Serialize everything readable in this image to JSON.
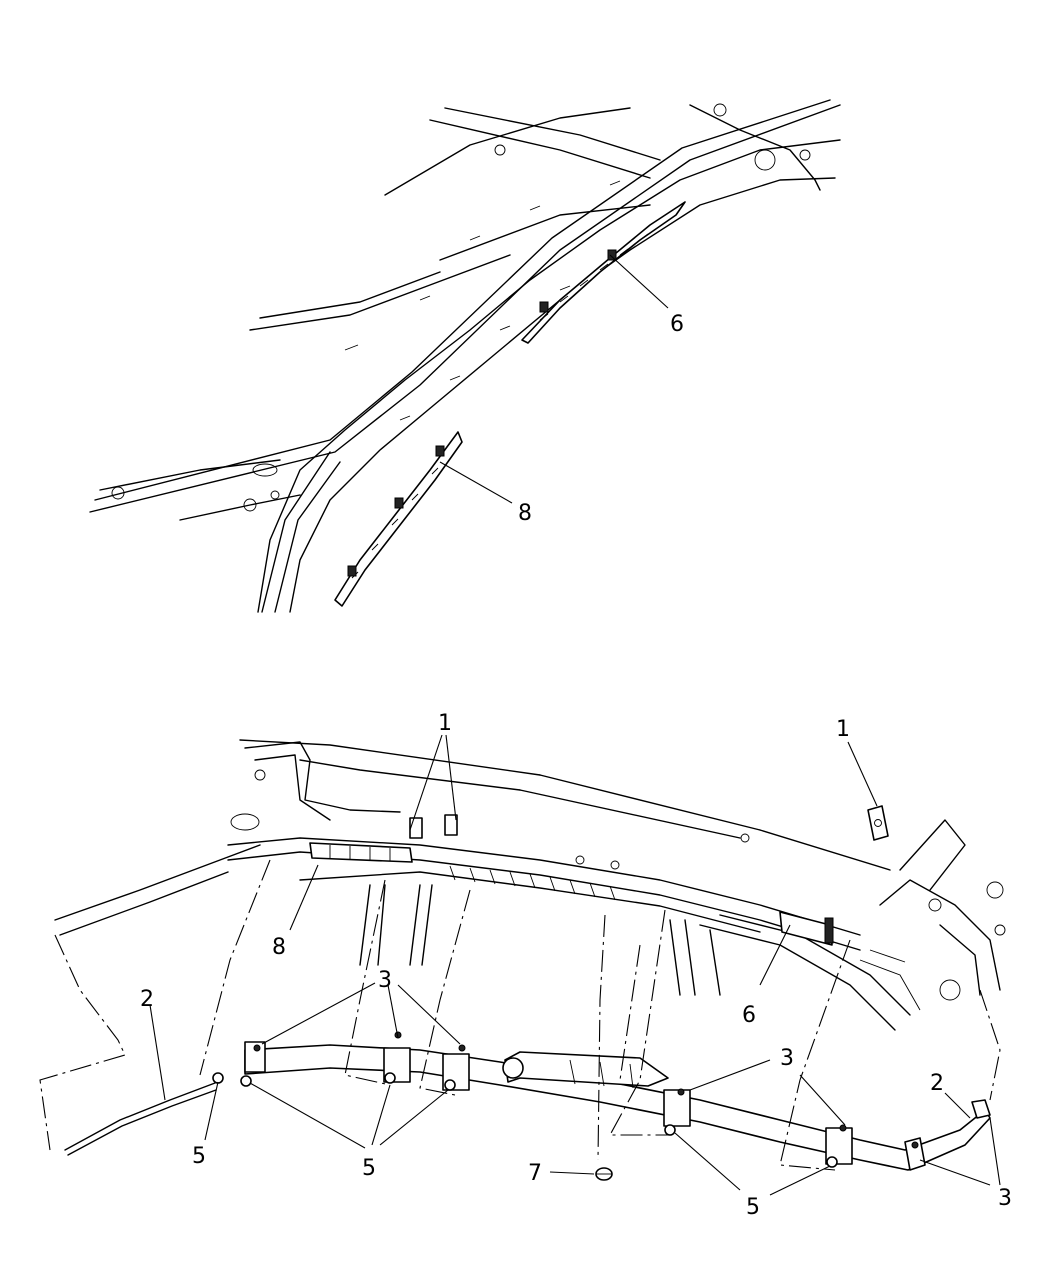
{
  "callouts": {
    "top_6": "6",
    "top_8": "8",
    "b_1_left": "1",
    "b_1_right": "1",
    "b_8": "8",
    "b_6": "6",
    "b_2_left": "2",
    "b_2_right": "2",
    "b_3_center": "3",
    "b_3_mid": "3",
    "b_3_right_upper": "3",
    "b_3_right_lower": "3",
    "b_5_left": "5",
    "b_5_center": "5",
    "b_5_right": "5",
    "b_7": "7"
  }
}
